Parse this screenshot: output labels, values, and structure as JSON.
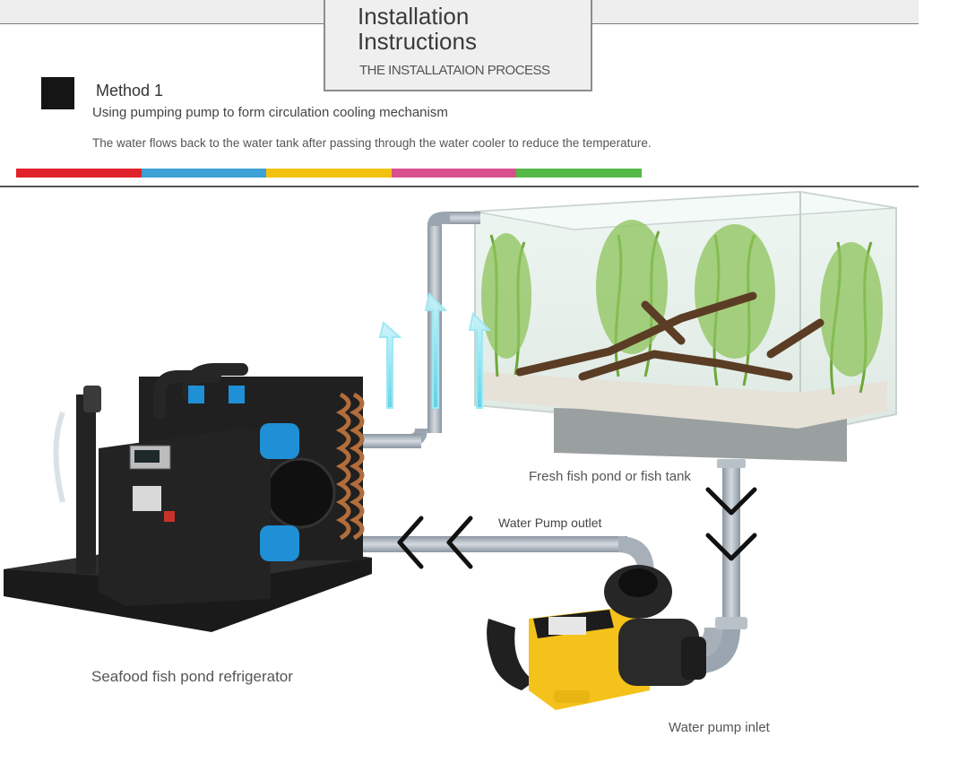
{
  "header": {
    "title": "Installation\nInstructions",
    "subtitle": "THE INSTALLATAION PROCESS"
  },
  "method": {
    "title": "Method 1",
    "subtitle": "Using pumping pump to form circulation cooling mechanism",
    "description": "The water flows back to the water tank after passing through the water cooler to reduce the temperature."
  },
  "stripe_colors": [
    "#e2222b",
    "#3ba1d7",
    "#f2c20f",
    "#d94f8e",
    "#55b948"
  ],
  "diagram": {
    "labels": {
      "fish_tank": "Fresh fish pond or fish tank",
      "pump_outlet": "Water Pump outlet",
      "refrigerator": "Seafood fish pond refrigerator",
      "pump_inlet": "Water pump inlet"
    },
    "colors": {
      "pipe": "#a9b3bd",
      "glow_arrow": "#7fe0ef",
      "fitting_blue": "#1f8fd6",
      "pump_yellow": "#f4c21a",
      "chiller_body": "#1b1b1b"
    }
  }
}
